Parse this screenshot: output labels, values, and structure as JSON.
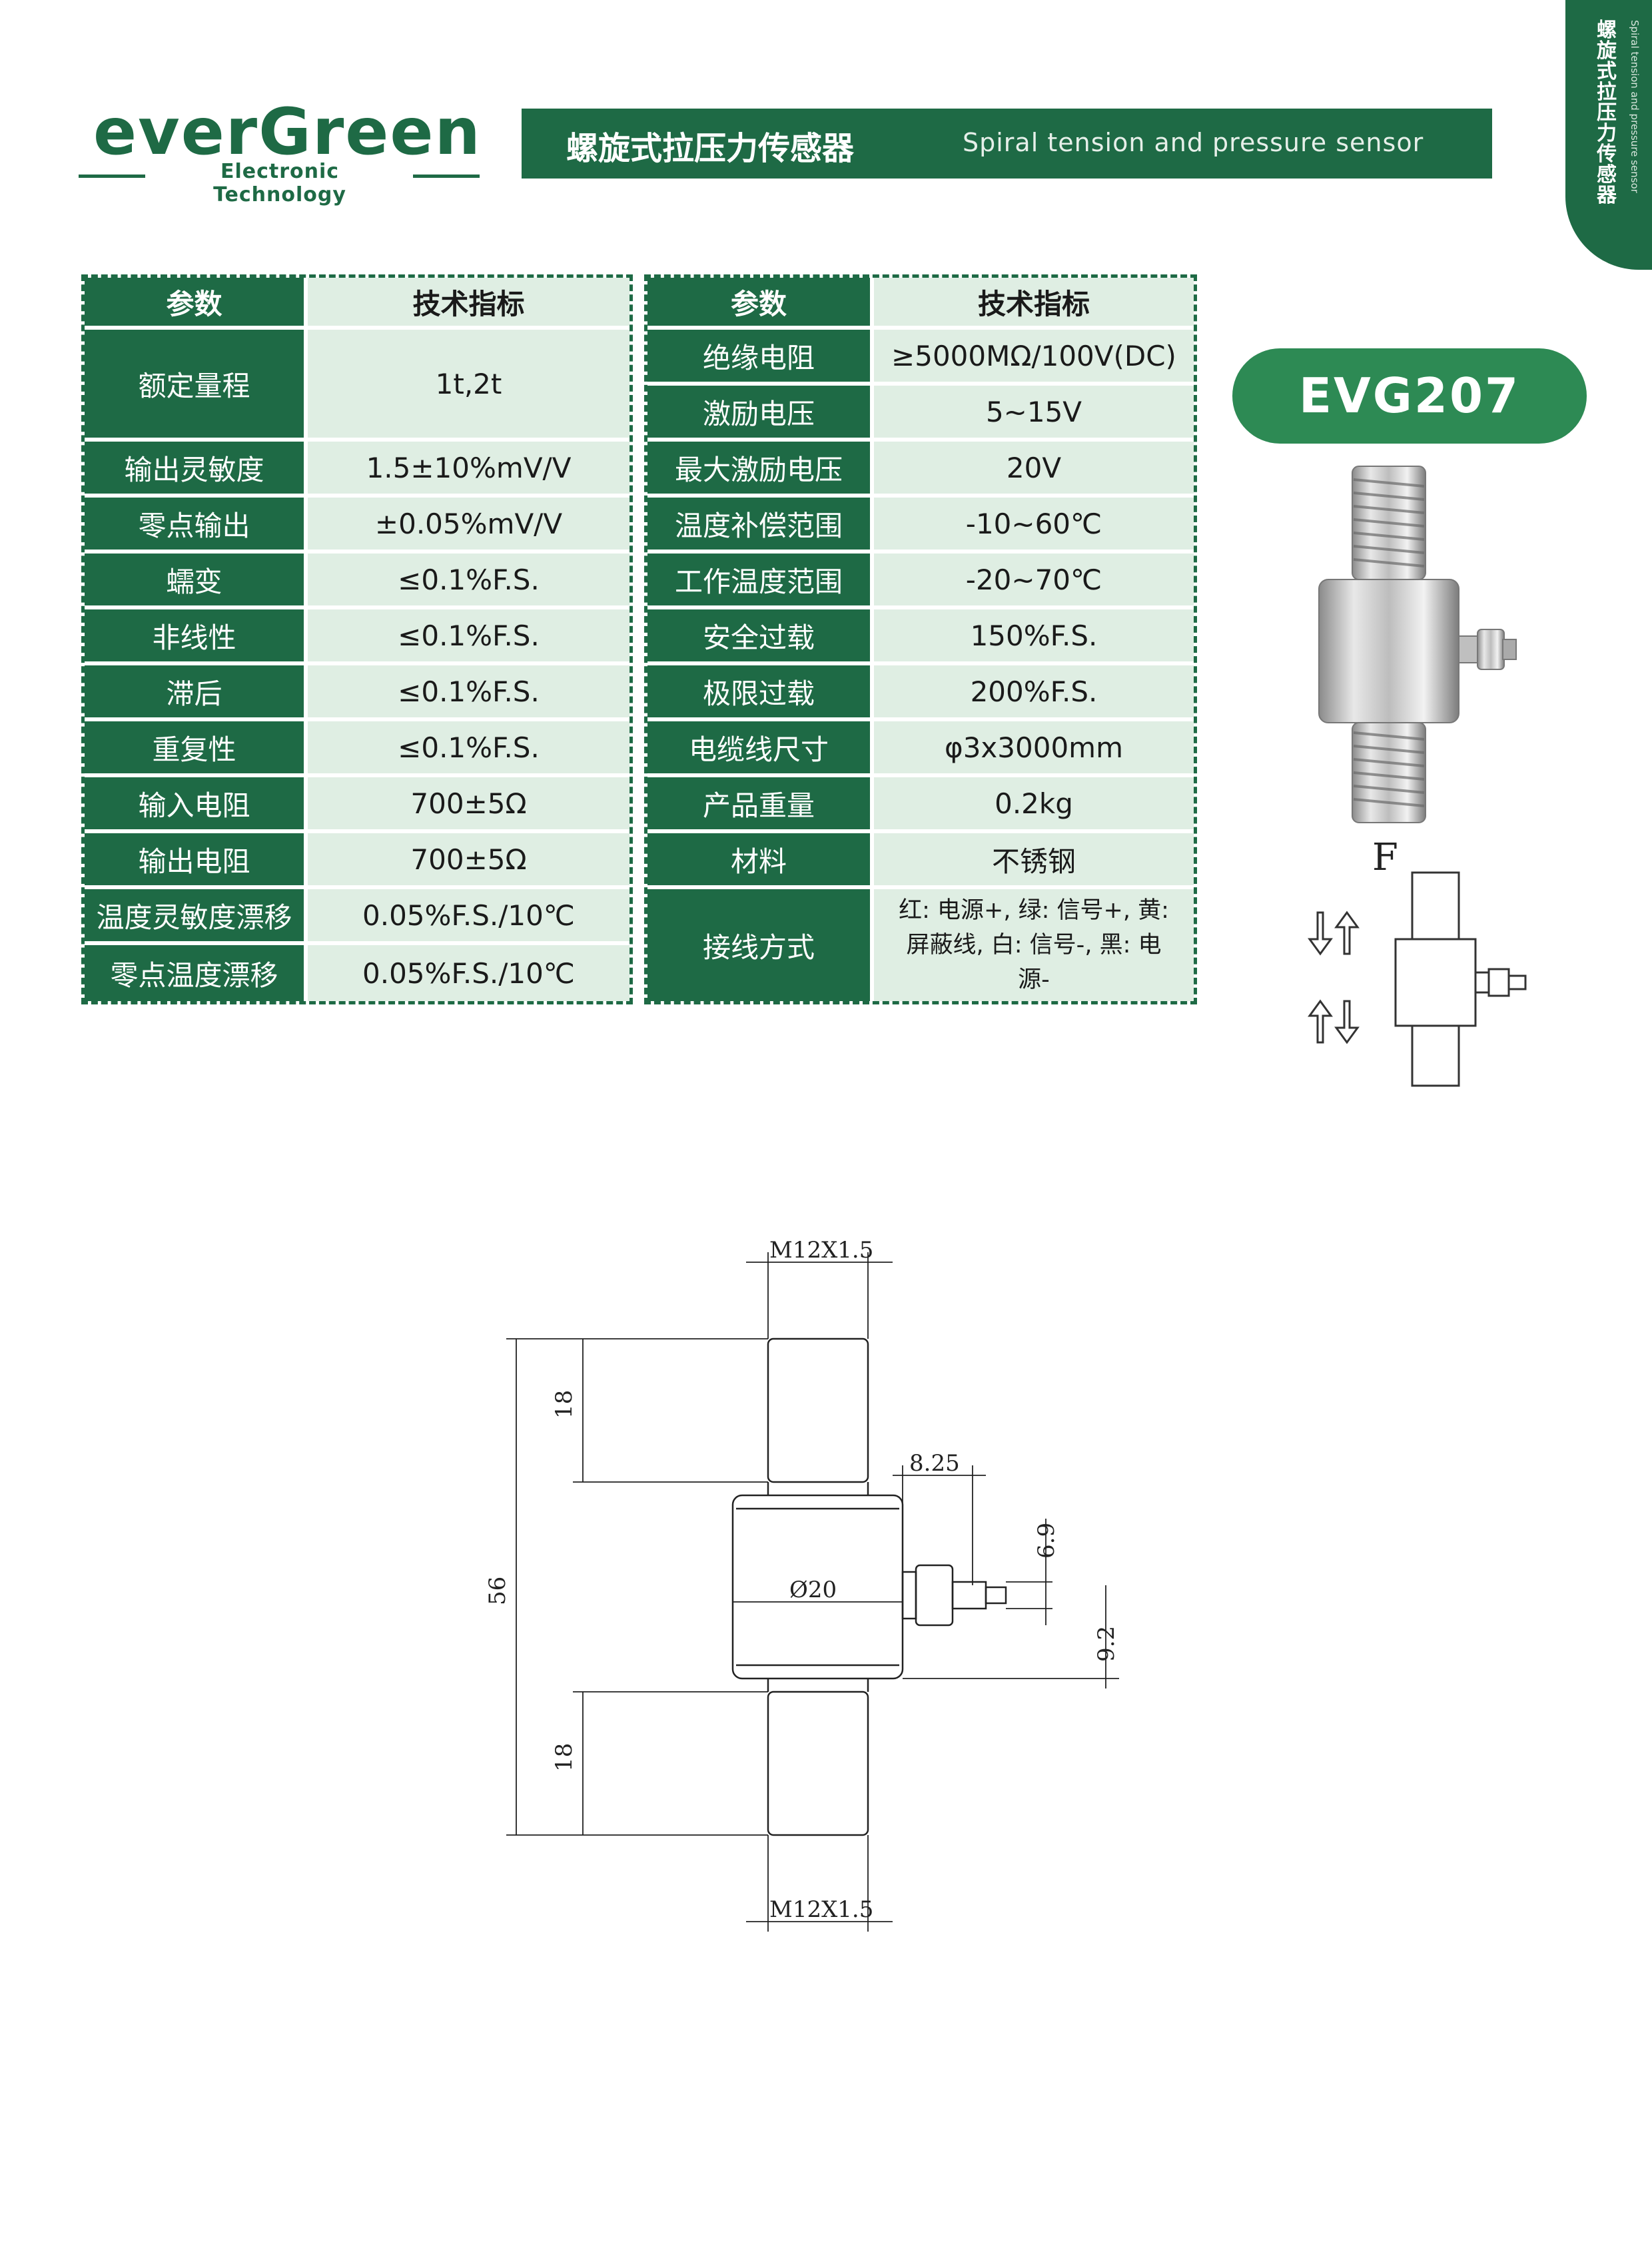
{
  "brand": {
    "name": "everGreen",
    "subtitle": "Electronic Technology"
  },
  "header": {
    "title_cn": "螺旋式拉压力传感器",
    "title_en": "Spiral tension and pressure sensor"
  },
  "side_tab": {
    "title_cn": "螺旋式拉压力传感器",
    "title_en": "Spiral tension and pressure sensor"
  },
  "model": "EVG207",
  "spec_left": {
    "header": [
      "参数",
      "技术指标"
    ],
    "rows": [
      [
        "额定量程",
        "1t,2t"
      ],
      [
        "输出灵敏度",
        "1.5±10%mV/V"
      ],
      [
        "零点输出",
        "±0.05%mV/V"
      ],
      [
        "蠕变",
        "≤0.1%F.S."
      ],
      [
        "非线性",
        "≤0.1%F.S."
      ],
      [
        "滞后",
        "≤0.1%F.S."
      ],
      [
        "重复性",
        "≤0.1%F.S."
      ],
      [
        "输入电阻",
        "700±5Ω"
      ],
      [
        "输出电阻",
        "700±5Ω"
      ],
      [
        "温度灵敏度漂移",
        "0.05%F.S./10℃"
      ],
      [
        "零点温度漂移",
        "0.05%F.S./10℃"
      ]
    ]
  },
  "spec_right": {
    "header": [
      "参数",
      "技术指标"
    ],
    "rows": [
      [
        "绝缘电阻",
        "≥5000MΩ/100V(DC)"
      ],
      [
        "激励电压",
        "5~15V"
      ],
      [
        "最大激励电压",
        "20V"
      ],
      [
        "温度补偿范围",
        "-10~60℃"
      ],
      [
        "工作温度范围",
        "-20~70℃"
      ],
      [
        "安全过载",
        "150%F.S."
      ],
      [
        "极限过载",
        "200%F.S."
      ],
      [
        "电缆线尺寸",
        "φ3x3000mm"
      ],
      [
        "产品重量",
        "0.2kg"
      ],
      [
        "材料",
        "不锈钢"
      ],
      [
        "接线方式",
        "红: 电源+, 绿: 信号+, 黄: 屏蔽线, 白: 信号-, 黑: 电源-"
      ]
    ]
  },
  "force_diagram": {
    "label": "F"
  },
  "drawing": {
    "thread_top": "M12X1.5",
    "thread_bottom": "M12X1.5",
    "stud_top_length": "18",
    "stud_bottom_length": "18",
    "total_height": "56",
    "body_diameter": "Ø20",
    "connector_length": "8.25",
    "connector_offset": "6.9",
    "connector_height": "9.2"
  }
}
